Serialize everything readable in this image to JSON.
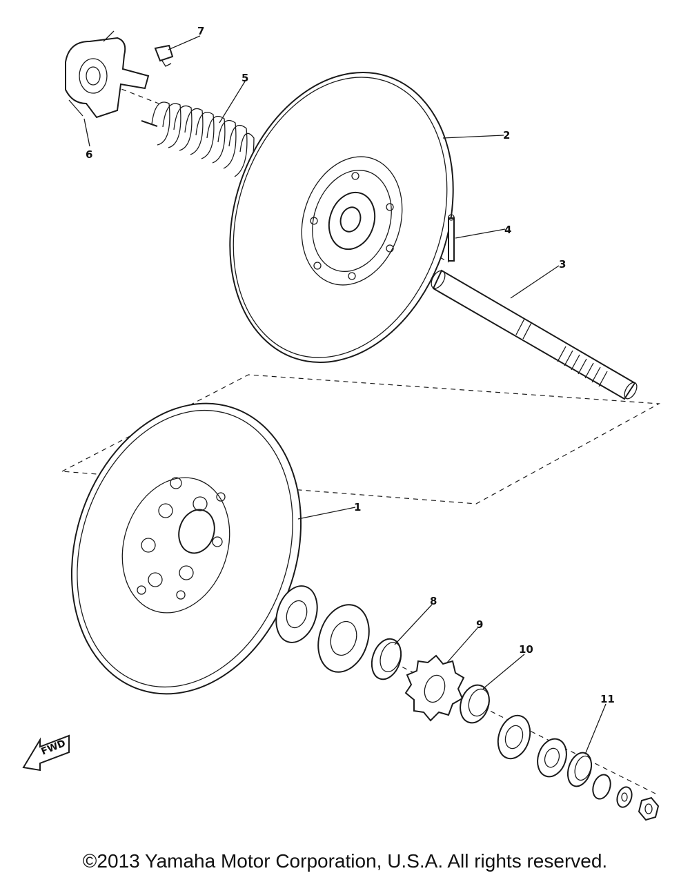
{
  "diagram": {
    "callouts": {
      "c1": "1",
      "c2": "2",
      "c3": "3",
      "c4": "4",
      "c5": "5",
      "c6": "6",
      "c7": "7",
      "c8": "8",
      "c9": "9",
      "c10": "10",
      "c11": "11"
    },
    "fwd_label": "FWD"
  },
  "footer": {
    "copyright": "©2013 Yamaha Motor Corporation, U.S.A. All rights reserved."
  }
}
